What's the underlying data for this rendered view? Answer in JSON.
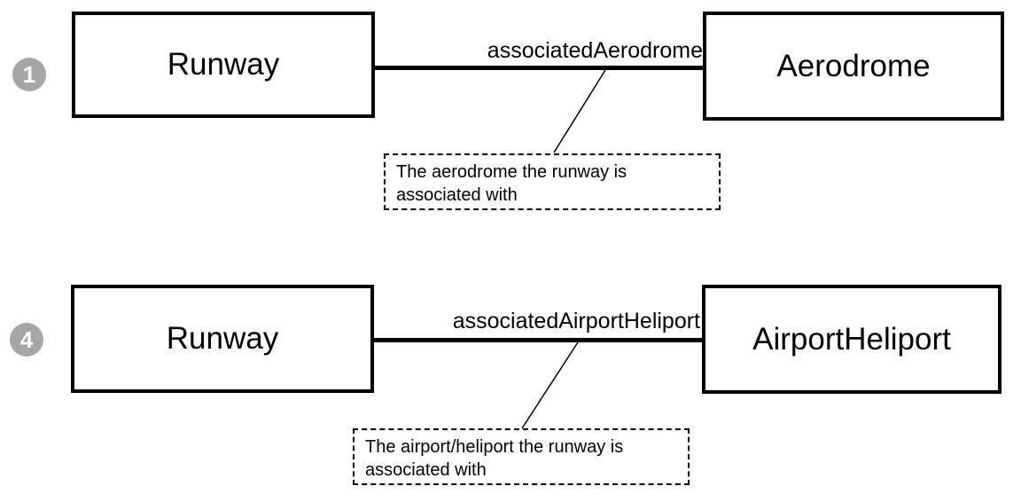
{
  "colors": {
    "badge_gray": "#a6a6a6",
    "line_black": "#000000",
    "background": "#ffffff",
    "note_border": "#000000"
  },
  "diagrams": [
    {
      "badge": "1",
      "source_class": "Runway",
      "association_label": "associatedAerodrome",
      "target_class": "Aerodrome",
      "note": "The aerodrome the runway is associated with"
    },
    {
      "badge": "4",
      "source_class": "Runway",
      "association_label": "associatedAirportHeliport",
      "target_class": "AirportHeliport",
      "note": "The airport/heliport the runway is associated with"
    }
  ]
}
